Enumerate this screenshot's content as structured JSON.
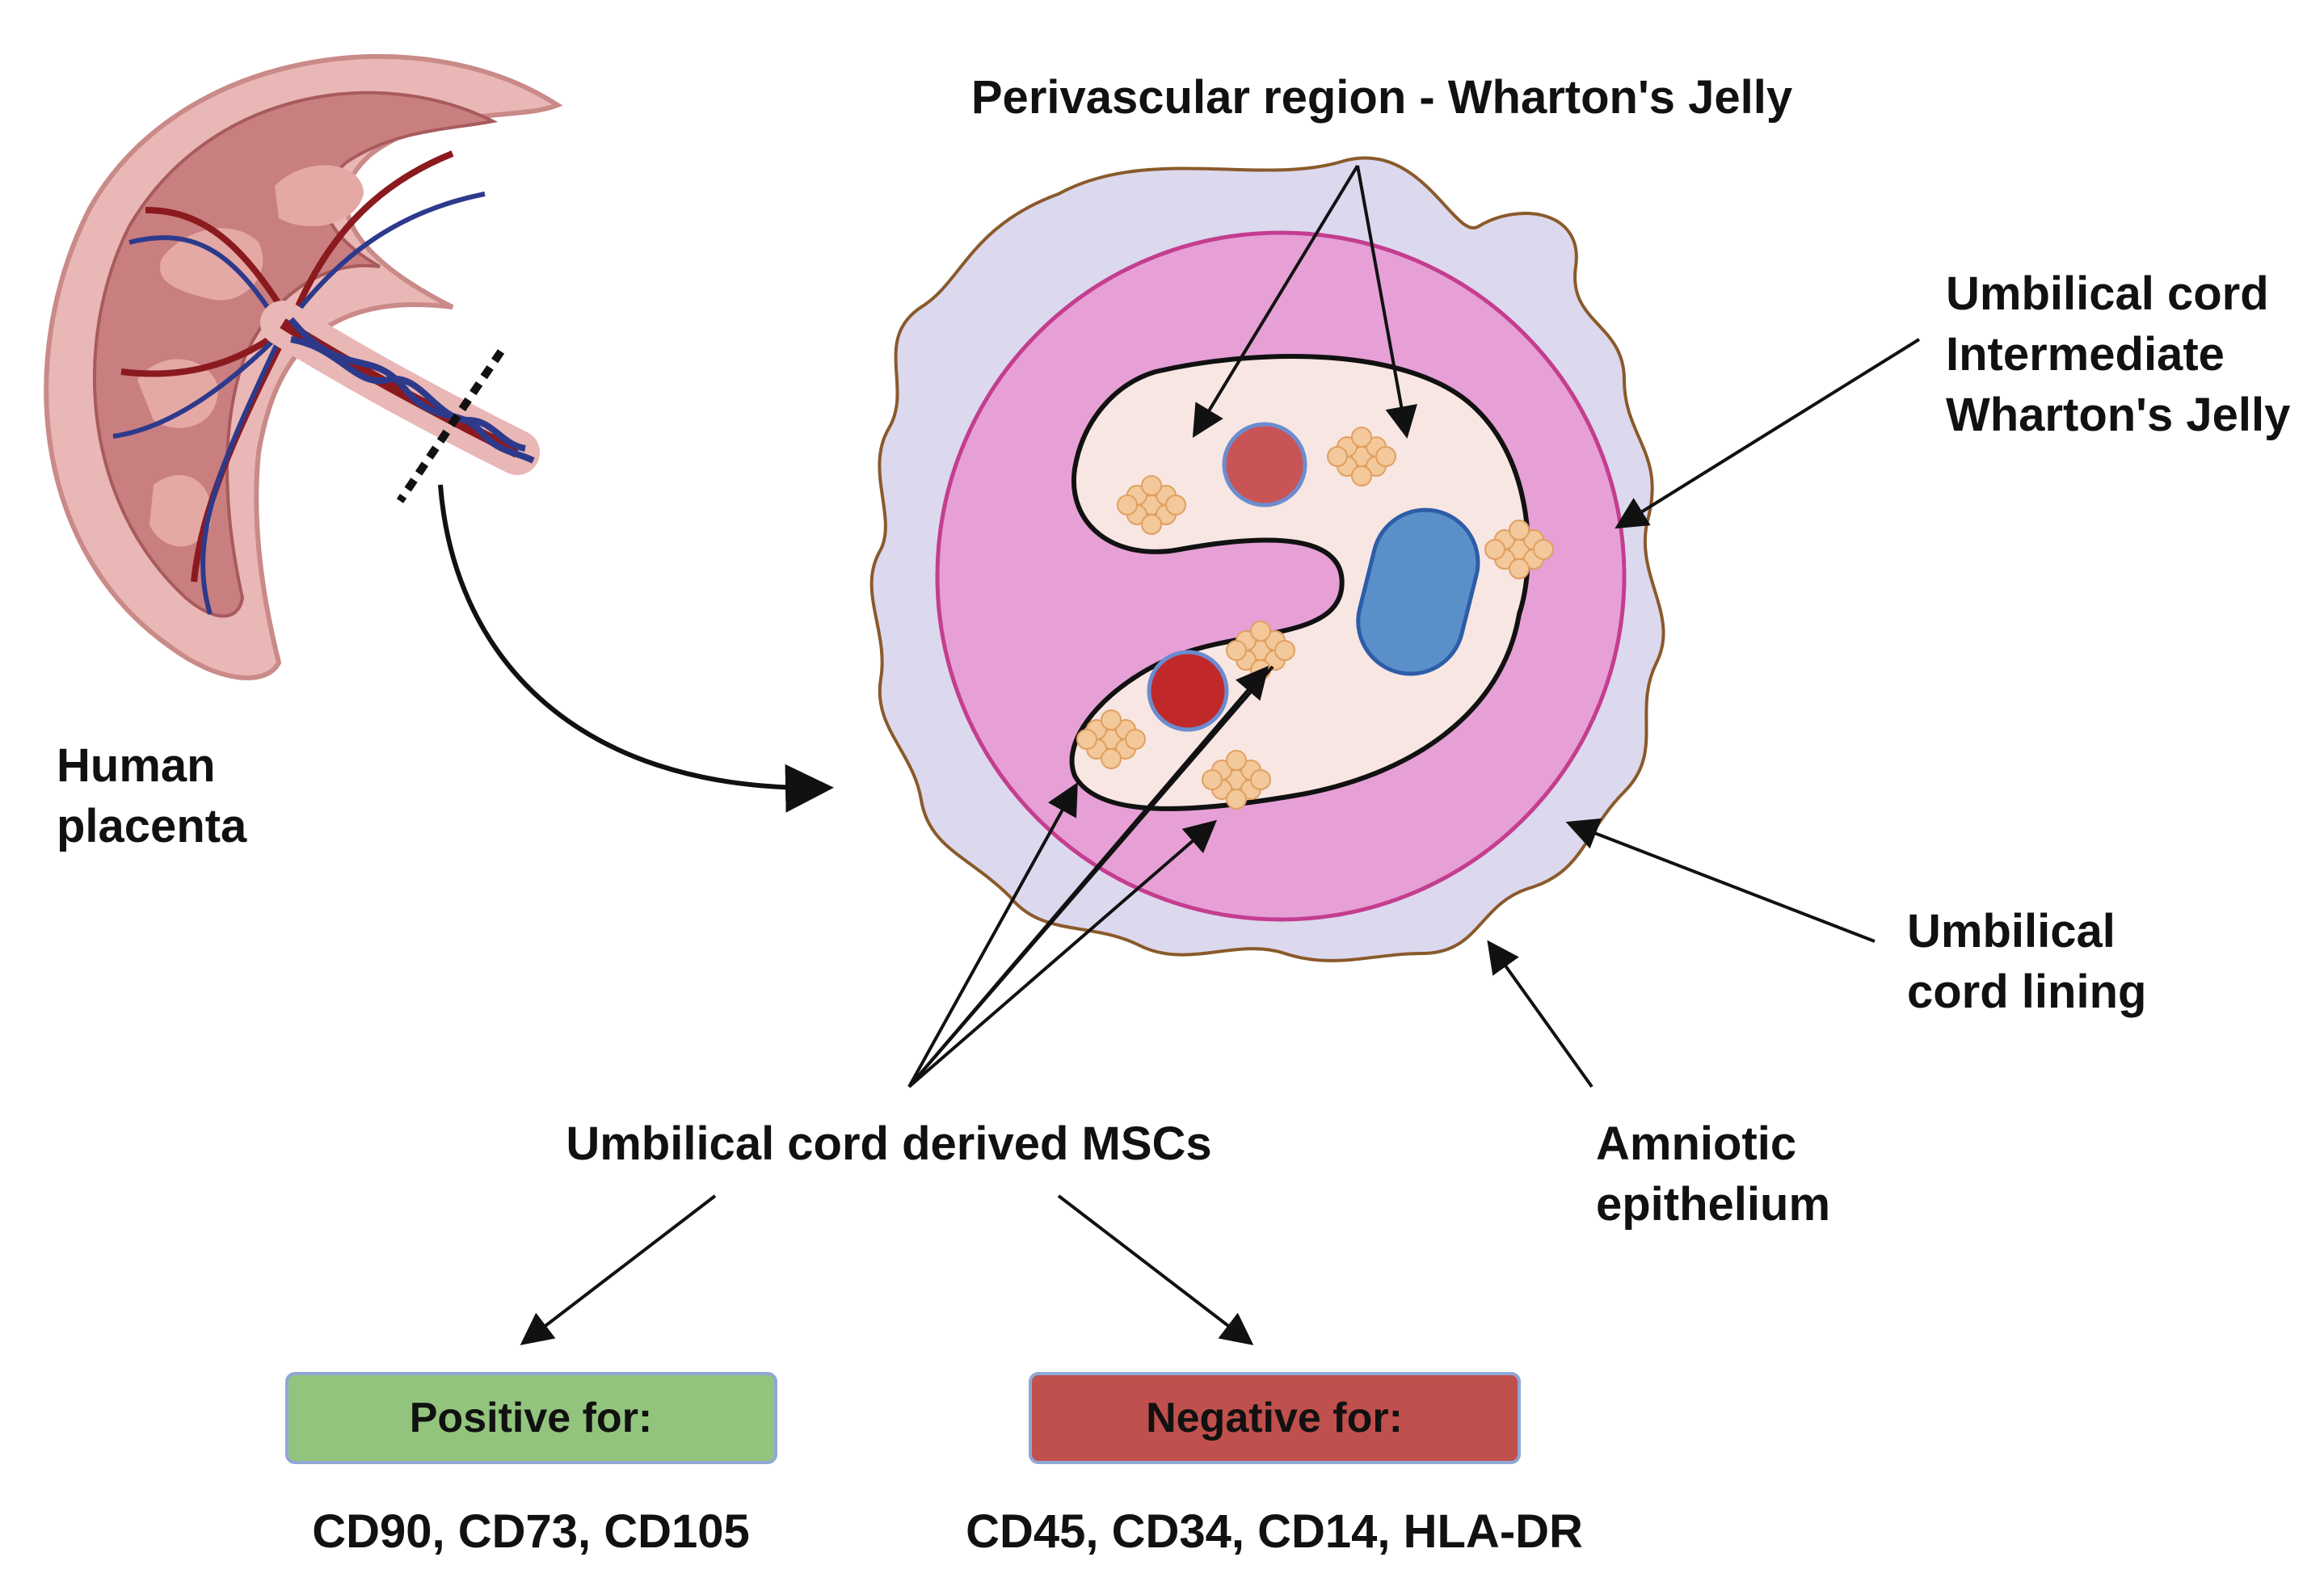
{
  "labels": {
    "perivascular": "Perivascular region - Wharton's Jelly",
    "intermediate_line1": "Umbilical cord",
    "intermediate_line2": "Intermediate",
    "intermediate_line3": "Wharton's Jelly",
    "placenta_line1": "Human",
    "placenta_line2": "placenta",
    "lining_line1": "Umbilical",
    "lining_line2": "cord lining",
    "amniotic_line1": "Amniotic",
    "amniotic_line2": "epithelium",
    "mscs": "Umbilical cord derived MSCs"
  },
  "positive": {
    "title": "Positive for:",
    "markers": "CD90, CD73, CD105",
    "color": "#93c47d"
  },
  "negative": {
    "title": "Negative for:",
    "markers": "CD45, CD34, CD14, HLA-DR",
    "color": "#c0504d"
  },
  "colors": {
    "wharton_jelly": "#e6a0d6",
    "lining": "#dcd8ee",
    "lumen": "#f8e6e3",
    "artery": "#c0282a",
    "vein": "#5b8fc9",
    "msc_cluster": "#f3c89a"
  }
}
